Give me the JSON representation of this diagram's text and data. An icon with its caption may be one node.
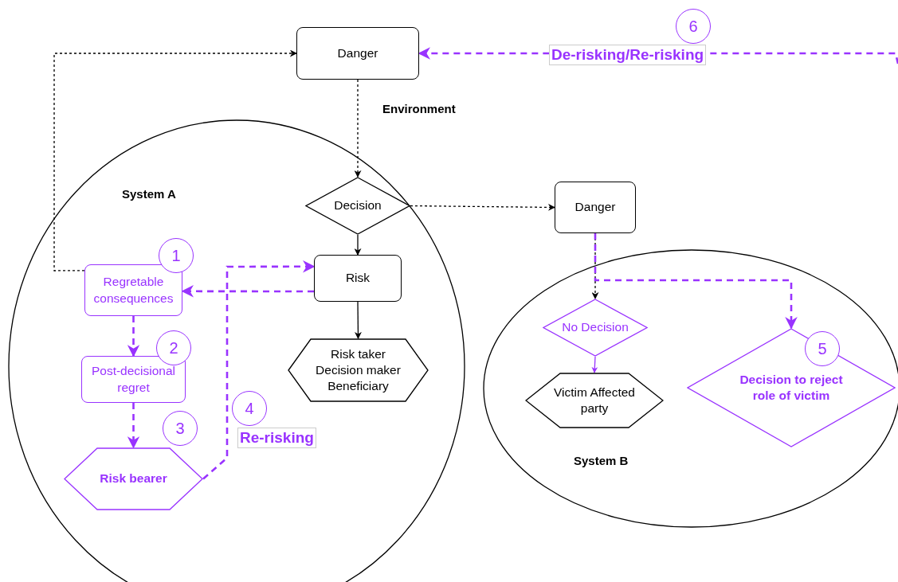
{
  "diagram": {
    "nodes": [
      {
        "text": [
          "Danger"
        ]
      },
      {
        "text": [
          "System A"
        ]
      },
      {
        "text": [
          "System B"
        ]
      },
      {
        "text": [
          "Decision"
        ],
        "in": 1
      },
      {
        "text": [
          "Risk"
        ],
        "in": 1
      },
      {
        "text": [
          "Risk taker Decision maker Beneficiary"
        ],
        "in": 1
      },
      {
        "text": [
          "Regretable consequences"
        ],
        "in": 1
      },
      {
        "text": [
          "Post-decisional regret"
        ],
        "in": 1
      },
      {
        "text": [
          "Risk bearer"
        ],
        "in": 1
      },
      {
        "text": [
          "Danger"
        ]
      },
      {
        "text": [
          "No Decision"
        ],
        "in": 2
      },
      {
        "text": [
          "Victim Affected party"
        ],
        "in": 2
      },
      {
        "text": [
          "Decision to reject role of victim"
        ],
        "in": 2
      },
      {
        "text": [
          "1"
        ],
        "in": 1
      },
      {
        "text": [
          "2"
        ],
        "in": 1
      },
      {
        "text": [
          "3"
        ],
        "in": 1
      },
      {
        "text": [
          "4"
        ],
        "in": 1
      },
      {
        "text": [
          "5"
        ],
        "in": 12
      },
      {
        "text": [
          "6"
        ]
      }
    ],
    "edges": [
      {
        "from": 6,
        "to": 0,
        "arrow": "to",
        "style": "dashed",
        "color": "#000000"
      },
      {
        "from": 0,
        "to": 3,
        "arrow": "to",
        "style": "dashed",
        "color": "#000000"
      },
      {
        "from": 3,
        "to": 9,
        "arrow": "to",
        "style": "dashed",
        "color": "#000000"
      },
      {
        "from": 3,
        "to": 4,
        "arrow": "to",
        "color": "#000000"
      },
      {
        "from": 4,
        "to": 5,
        "arrow": "to",
        "color": "#000000"
      },
      {
        "from": 4,
        "to": 6,
        "arrow": "to",
        "style": "dashed",
        "color": "#9933ff"
      },
      {
        "from": 6,
        "to": 7,
        "arrow": "to",
        "style": "dashed",
        "color": "#9933ff"
      },
      {
        "from": 7,
        "to": 8,
        "arrow": "to",
        "style": "dashed",
        "color": "#9933ff"
      },
      {
        "from": 8,
        "to": 4,
        "arrow": "to",
        "style": "dashed",
        "color": "#9933ff",
        "label": "Re-risking"
      },
      {
        "from": 9,
        "to": 10,
        "arrow": "to",
        "style": "dashed",
        "color": "#000000"
      },
      {
        "from": 9,
        "to": 12,
        "arrow": "to",
        "style": "dashed",
        "color": "#9933ff"
      },
      {
        "from": 10,
        "to": 11,
        "arrow": "to",
        "color": "#9933ff"
      },
      {
        "from": null,
        "to": 0,
        "arrow": "to",
        "style": "dashed",
        "color": "#9933ff",
        "label": "De-risking/Re-risking"
      }
    ],
    "labels": [
      "Environment"
    ]
  }
}
